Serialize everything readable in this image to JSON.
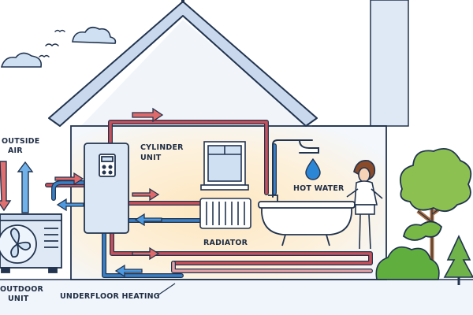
{
  "labels": {
    "outside_air_line1": "OUTSIDE",
    "outside_air_line2": "AIR",
    "outdoor_unit_line1": "OUTDOOR",
    "outdoor_unit_line2": "UNIT",
    "cylinder_unit_line1": "CYLINDER",
    "cylinder_unit_line2": "UNIT",
    "hot_water": "HOT WATER",
    "radiator": "RADIATOR",
    "underfloor_heating": "UNDERFLOOR HEATING"
  },
  "colors": {
    "hot_pipe": "#c8505a",
    "hot_arrow": "#e06a6a",
    "cold_pipe": "#3a7fc4",
    "cold_arrow": "#4d9ae0",
    "outline": "#22344f",
    "wall": "#f2f6fb",
    "roof": "#c9d8ec",
    "warm_glow": "#fde9c4",
    "tree_green": "#78b846",
    "tree_trunk": "#a86a3a",
    "water_drop": "#2b86d6"
  },
  "icons": [
    "cloud-icon",
    "bird-icon",
    "window-icon",
    "shower-icon",
    "water-drop-icon",
    "bathtub-icon",
    "fan-icon",
    "tree-icon"
  ]
}
